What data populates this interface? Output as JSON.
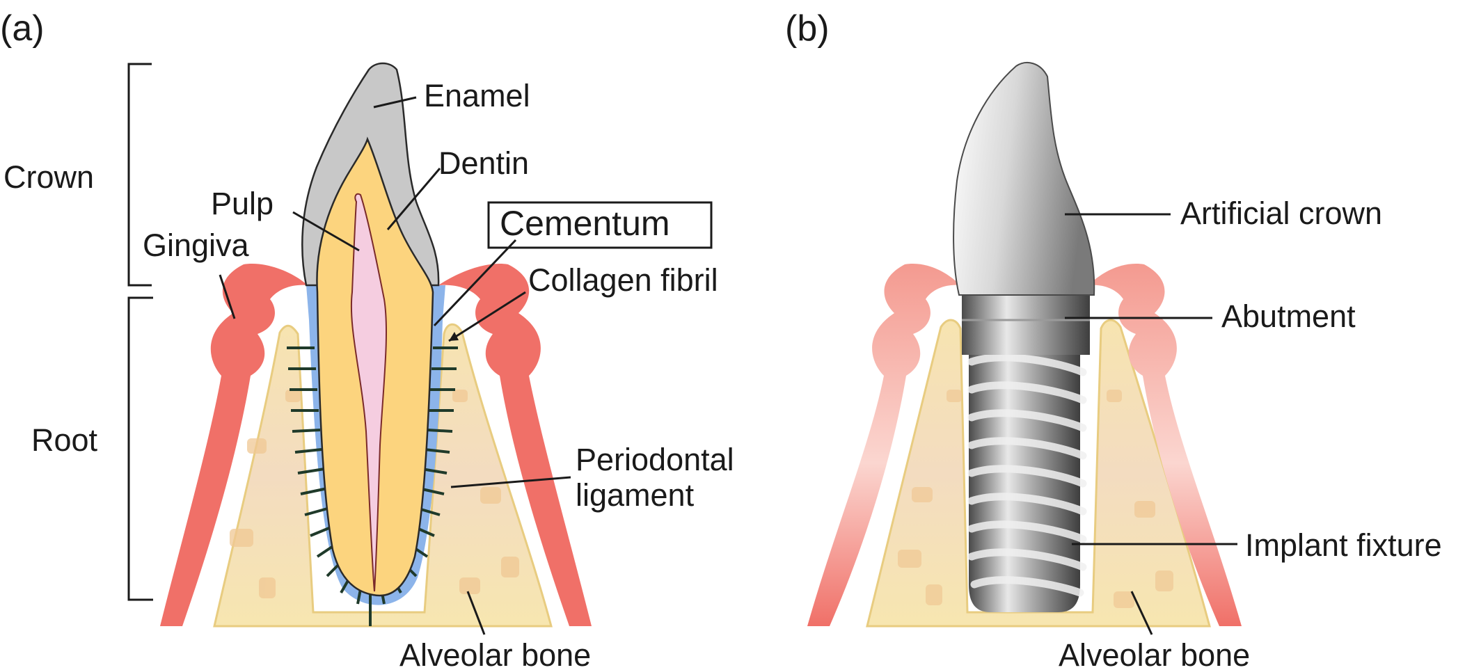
{
  "panels": {
    "a": {
      "panel_label": "(a)",
      "labels": {
        "crown": "Crown",
        "root": "Root",
        "enamel": "Enamel",
        "dentin": "Dentin",
        "pulp": "Pulp",
        "gingiva": "Gingiva",
        "cementum": "Cementum",
        "collagen_fibril": "Collagen fibril",
        "periodontal_line1": "Periodontal",
        "periodontal_line2": "ligament",
        "alveolar_bone": "Alveolar bone"
      }
    },
    "b": {
      "panel_label": "(b)",
      "labels": {
        "artificial_crown": "Artificial crown",
        "abutment": "Abutment",
        "implant_fixture": "Implant fixture",
        "alveolar_bone": "Alveolar bone"
      }
    }
  },
  "colors": {
    "gingiva": "#f07068",
    "bone": "#f7e4b0",
    "bone_spots": "#f0c894",
    "enamel": "#c8c8c8",
    "dentin": "#fcd47e",
    "pulp": "#f5cde0",
    "cementum": "#8cb4ea",
    "fibril": "#1f3a2a",
    "metal_dark": "#5a5a5a",
    "metal_light": "#e6e6e6"
  }
}
